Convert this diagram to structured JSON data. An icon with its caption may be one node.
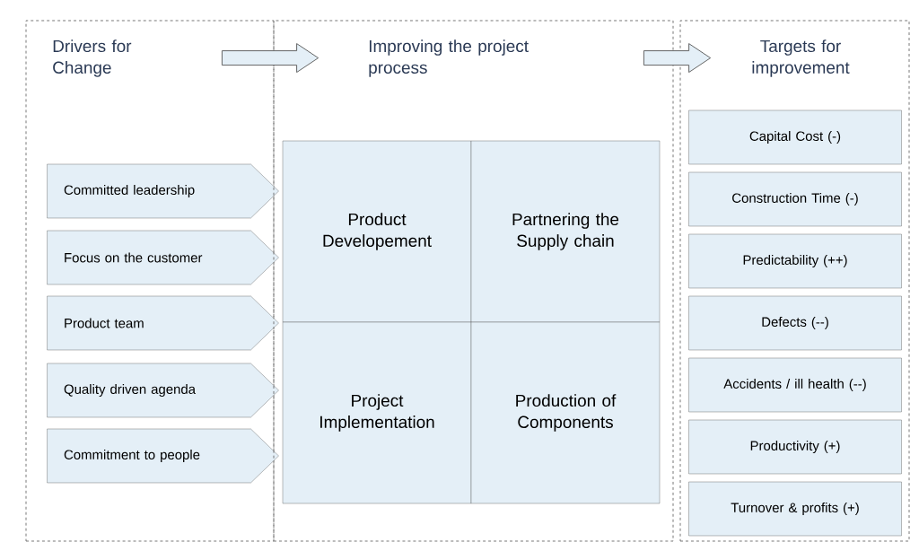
{
  "diagram": {
    "nodes": [
      {
        "text": [
          "Drivers for Change"
        ]
      },
      {
        "text": [
          "Improving the project process"
        ]
      },
      {
        "text": [
          "Targets for improvement"
        ]
      },
      {
        "text": [
          "Committed leadership"
        ],
        "in": 0
      },
      {
        "text": [
          "Focus on the customer"
        ],
        "in": 0
      },
      {
        "text": [
          "Product team"
        ],
        "in": 0
      },
      {
        "text": [
          "Quality driven agenda"
        ],
        "in": 0
      },
      {
        "text": [
          "Commitment to people"
        ],
        "in": 0
      },
      {
        "text": [
          "Product Developement"
        ],
        "in": 1
      },
      {
        "text": [
          "Partnering the Supply chain"
        ],
        "in": 1
      },
      {
        "text": [
          "Project Implementation"
        ],
        "in": 1
      },
      {
        "text": [
          "Production of Components"
        ],
        "in": 1
      },
      {
        "text": [
          "Capital Cost (-)"
        ],
        "in": 2
      },
      {
        "text": [
          "Construction Time (-)"
        ],
        "in": 2
      },
      {
        "text": [
          "Predictability (++)"
        ],
        "in": 2
      },
      {
        "text": [
          "Defects (--)"
        ],
        "in": 2
      },
      {
        "text": [
          "Accidents / ill health (--)"
        ],
        "in": 2
      },
      {
        "text": [
          "Productivity (+)"
        ],
        "in": 2
      },
      {
        "text": [
          "Turnover & profits (+)"
        ],
        "in": 2
      }
    ],
    "edges": [
      {
        "from": 0,
        "to": 1,
        "arrow": "to"
      },
      {
        "from": 1,
        "to": 2,
        "arrow": "to"
      }
    ]
  }
}
